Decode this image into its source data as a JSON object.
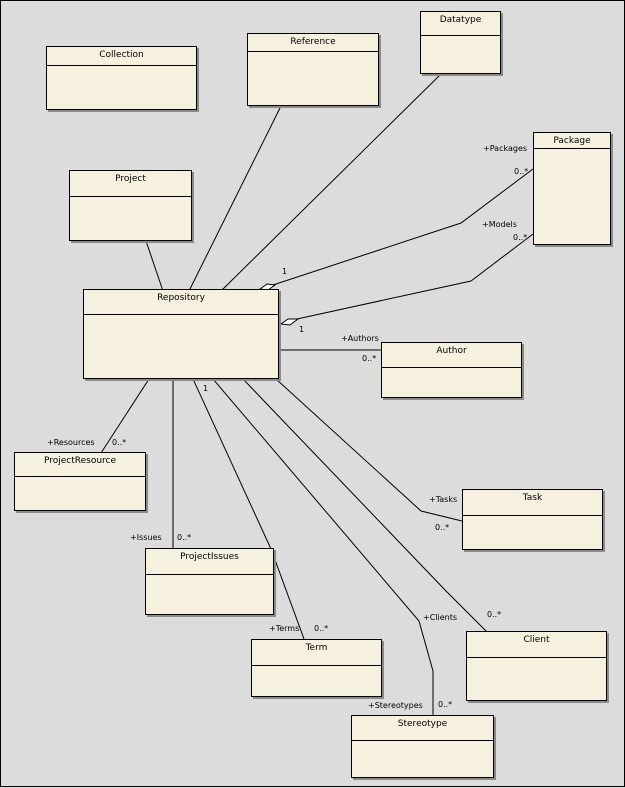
{
  "classes": {
    "collection": "Collection",
    "reference": "Reference",
    "datatype": "Datatype",
    "package": "Package",
    "project": "Project",
    "repository": "Repository",
    "author": "Author",
    "project_resource": "ProjectResource",
    "task": "Task",
    "project_issues": "ProjectIssues",
    "term": "Term",
    "client": "Client",
    "stereotype": "Stereotype"
  },
  "associations": {
    "packages": {
      "role": "+Packages",
      "near_multiplicity": "1",
      "far_multiplicity": "0..*"
    },
    "models": {
      "role": "+Models",
      "near_multiplicity": "1",
      "far_multiplicity": "0..*"
    },
    "authors": {
      "role": "+Authors",
      "far_multiplicity": "0..*"
    },
    "resources": {
      "role": "+Resources",
      "far_multiplicity": "0..*"
    },
    "tasks": {
      "role": "+Tasks",
      "far_multiplicity": "0..*"
    },
    "issues": {
      "role": "+Issues",
      "far_multiplicity": "0..*"
    },
    "terms": {
      "role": "+Terms",
      "near_multiplicity": "1",
      "far_multiplicity": "0..*"
    },
    "clients": {
      "role": "+Clients",
      "far_multiplicity": "0..*"
    },
    "stereotypes": {
      "role": "+Stereotypes",
      "far_multiplicity": "0..*"
    }
  },
  "colors": {
    "background": "#dcdcdc",
    "class_fill": "#f6f1de",
    "line": "#000000",
    "shadow": "#8a8a8a"
  }
}
